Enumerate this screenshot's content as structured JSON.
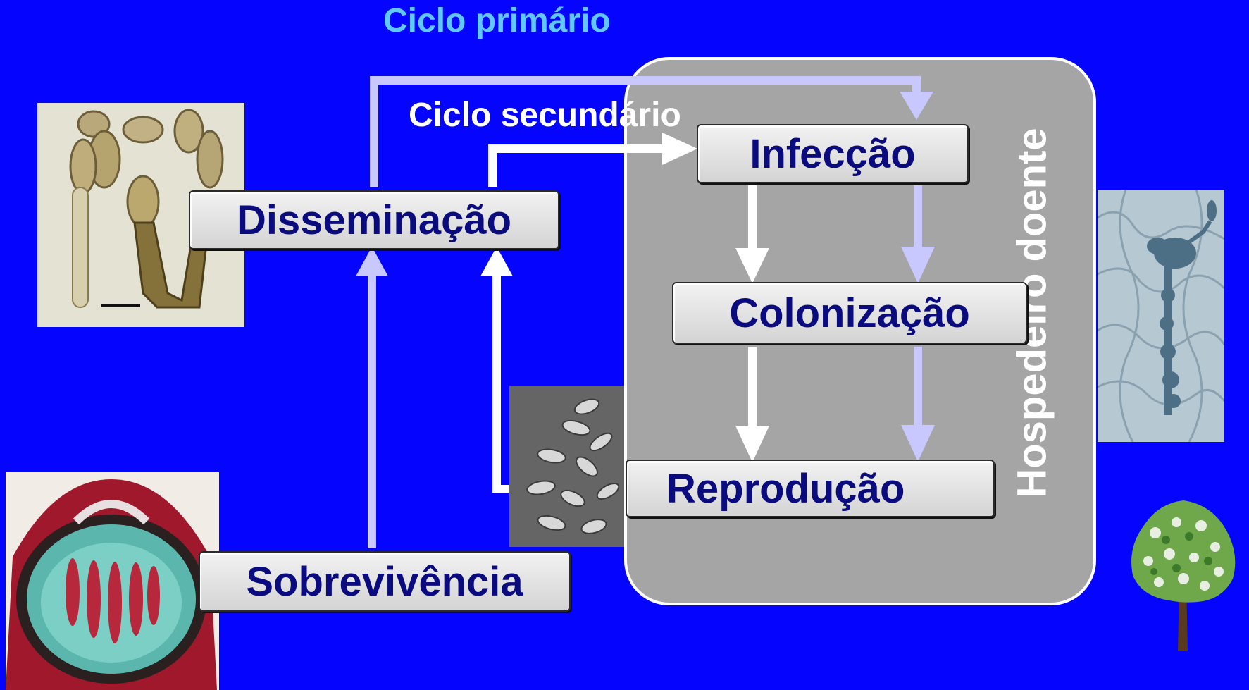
{
  "titles": {
    "primary_cycle": "Ciclo primário",
    "secondary_cycle": "Ciclo secundário"
  },
  "stages": {
    "dissemination": "Disseminação",
    "survival": "Sobrevivência",
    "infection": "Infecção",
    "colonization": "Colonização",
    "reproduction": "Reprodução"
  },
  "host": {
    "label": "Hospedeiro doente"
  },
  "colors": {
    "background": "#0505ff",
    "primary_arrow": "#c8c8ff",
    "secondary_arrow": "#ffffff",
    "host_panel": "#a5a5a5",
    "box_text": "#0b0b80",
    "primary_title": "#5fc8ff"
  },
  "images": [
    "spores-micrograph",
    "fruiting-body-cross-section",
    "sem-conidia-micrograph",
    "hyphae-on-leaf-micrograph",
    "tree-icon",
    "small-conidia-thumbnail"
  ]
}
